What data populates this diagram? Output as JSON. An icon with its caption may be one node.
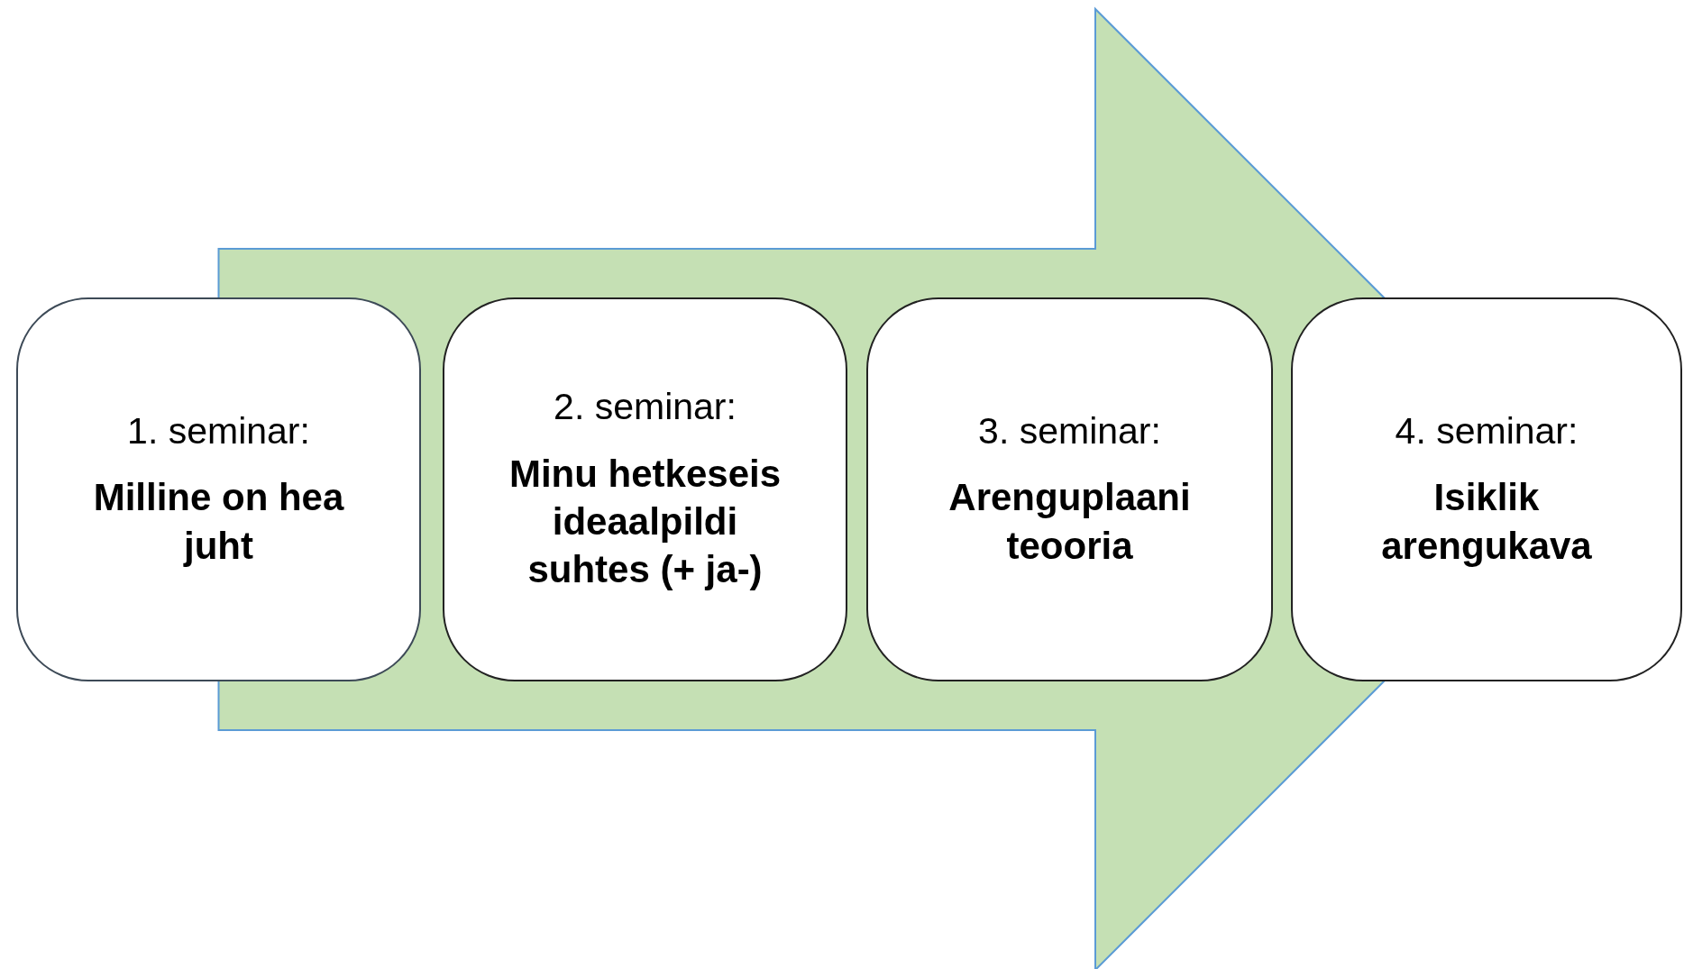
{
  "diagram": {
    "nodes": [
      {
        "text": [
          "1. seminar:",
          "Milline on hea juht"
        ]
      },
      {
        "text": [
          "2. seminar:",
          "Minu hetkeseis ideaalpildi suhtes (+ ja-)"
        ]
      },
      {
        "text": [
          "3. seminar:",
          "Arenguplaani teooria"
        ]
      },
      {
        "text": [
          "4. seminar:",
          "Isiklik arengukava"
        ]
      }
    ],
    "edges": [
      {
        "from": 0,
        "to": 3,
        "arrow": "to",
        "style": "thick"
      }
    ]
  }
}
